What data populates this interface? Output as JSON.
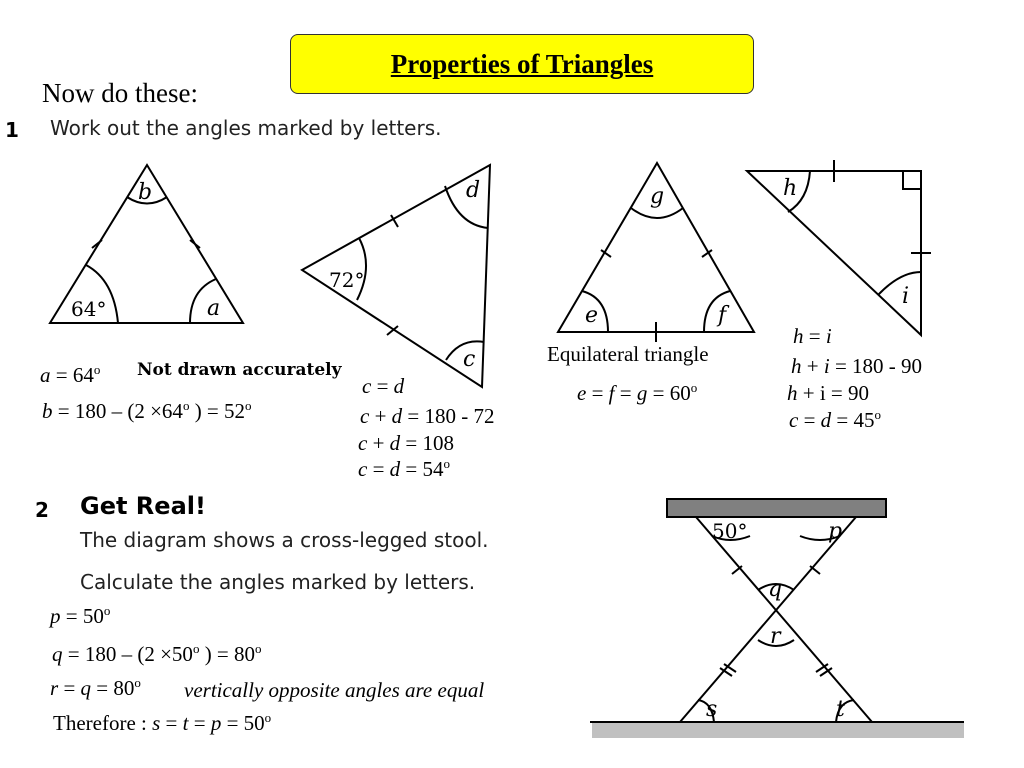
{
  "title": "Properties of Triangles",
  "intro": "Now do these:",
  "q1": {
    "number": "1",
    "instruction": "Work out the angles marked by letters.",
    "not_drawn": "Not drawn accurately",
    "angle_labels": {
      "b": "b",
      "a": "a",
      "sixty_four": "64°",
      "d": "d",
      "seventy_two": "72°",
      "c": "c",
      "g": "g",
      "e": "e",
      "f": "f",
      "h": "h",
      "i": "i"
    },
    "solution_a": [
      "a",
      " = 64",
      "o"
    ],
    "solution_b": [
      "b",
      " = 180 – (2 ×64",
      "o",
      " ) = 52",
      "o"
    ],
    "cd_line1": [
      "c",
      " = ",
      "d"
    ],
    "cd_line2": [
      "c",
      " + ",
      "d",
      " = 180 - 72"
    ],
    "cd_line3": [
      "c",
      " + ",
      "d",
      " = 108"
    ],
    "cd_line4": [
      "c",
      " = ",
      "d",
      " = 54",
      "o"
    ],
    "equilateral_label": "Equilateral triangle",
    "efg_line": [
      "e",
      " = ",
      "f",
      " = ",
      "g",
      " = 60",
      "o"
    ],
    "hi_line1": [
      "h",
      " = ",
      "i"
    ],
    "hi_line2": [
      "h",
      " + ",
      "i",
      " = 180 - 90"
    ],
    "hi_line3": [
      "h",
      " + i = 90"
    ],
    "hi_line4": [
      "c",
      " = ",
      "d",
      " = 45",
      "o"
    ]
  },
  "q2": {
    "number": "2",
    "heading": "Get Real!",
    "line1": "The diagram shows a cross-legged stool.",
    "line2": "Calculate the angles marked by letters.",
    "angle_labels": {
      "fifty": "50°",
      "p": "p",
      "q": "q",
      "r": "r",
      "s": "s",
      "t": "t"
    },
    "sol_p": [
      "p",
      " = 50",
      "o"
    ],
    "sol_q": [
      "q",
      " = 180 – (2 ×50",
      "o",
      " ) = 80",
      "o"
    ],
    "sol_r": [
      "r",
      " = ",
      "q",
      " = 80",
      "o"
    ],
    "sol_r_note": "vertically opposite angles are equal",
    "sol_st": [
      "Therefore : ",
      "s",
      " = ",
      "t",
      " = ",
      "p",
      " = 50",
      "o"
    ]
  },
  "colors": {
    "title_bg": "#ffff00",
    "stool_seat": "#808080",
    "floor": "#c0c0c0"
  }
}
